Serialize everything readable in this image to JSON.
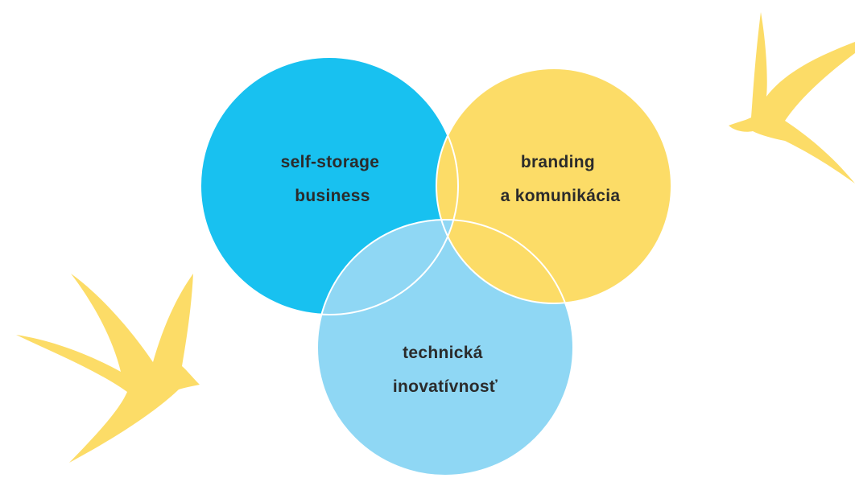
{
  "colors": {
    "blue": "#18c1f0",
    "yellow": "#fcdc67",
    "light_blue": "#8fd7f4",
    "bird": "#fcdc67",
    "outline": "#ffffff"
  },
  "diagram": {
    "circles": [
      {
        "id": "self-storage",
        "label_lines": [
          "self-storage",
          "business"
        ]
      },
      {
        "id": "branding",
        "label_lines": [
          "branding",
          "a komunikácia"
        ]
      },
      {
        "id": "technical",
        "label_lines": [
          "technická",
          "inovatívnosť"
        ]
      }
    ]
  },
  "decorations": {
    "bird_icon_name": "swallow-icon"
  }
}
